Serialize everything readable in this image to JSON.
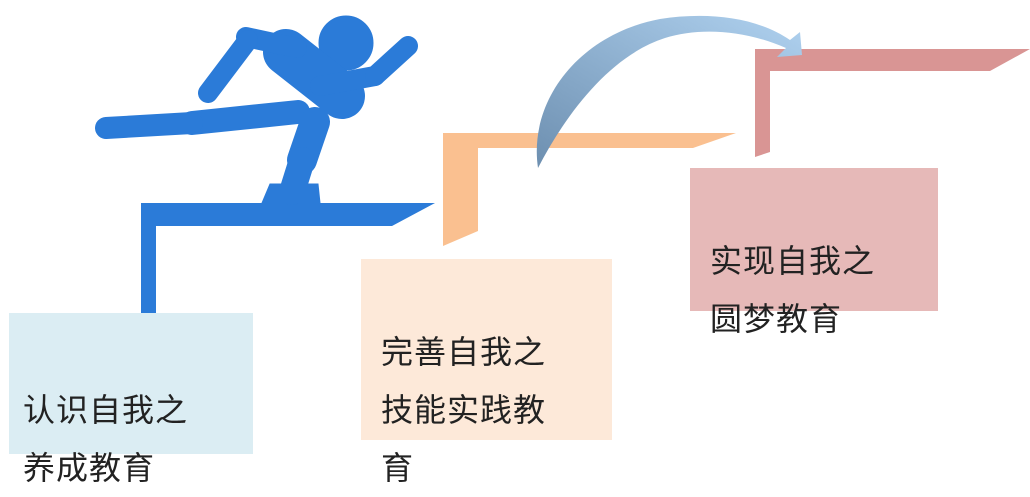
{
  "steps": [
    {
      "label": "认识自我之\n养成教育",
      "box_color": "#dbedf3",
      "stair_color": "#2b7bd8"
    },
    {
      "label": "完善自我之\n技能实践教\n育",
      "box_color": "#fde9d9",
      "stair_color": "#fac090"
    },
    {
      "label": "实现自我之\n圆梦教育",
      "box_color": "#e6b9b8",
      "stair_color": "#d99594"
    }
  ],
  "icons": {
    "runner": "runner-icon",
    "arrow": "curved-arrow-icon"
  },
  "colors": {
    "runner": "#2b7bd8",
    "arrow_start": "#6d8fb0",
    "arrow_end": "#b0d2f0"
  }
}
